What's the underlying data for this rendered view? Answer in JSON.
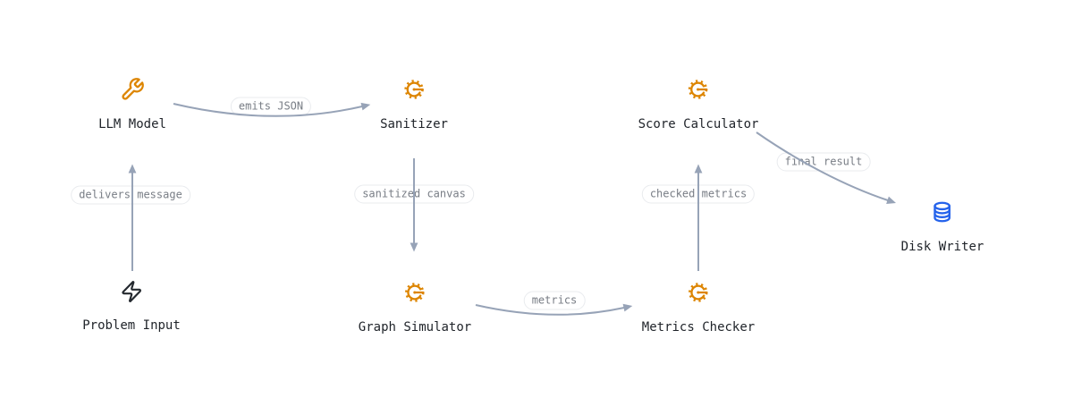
{
  "diagram": {
    "title": "pipeline-flow-diagram",
    "nodes": [
      {
        "id": "llm_model",
        "label": "LLM Model",
        "icon": "wrench-icon",
        "icon_color": "#dd8500"
      },
      {
        "id": "sanitizer",
        "label": "Sanitizer",
        "icon": "gear-icon",
        "icon_color": "#dd8500"
      },
      {
        "id": "score_calculator",
        "label": "Score Calculator",
        "icon": "gear-icon",
        "icon_color": "#dd8500"
      },
      {
        "id": "problem_input",
        "label": "Problem Input",
        "icon": "zap-icon",
        "icon_color": "#24292f"
      },
      {
        "id": "graph_simulator",
        "label": "Graph Simulator",
        "icon": "gear-icon",
        "icon_color": "#dd8500"
      },
      {
        "id": "metrics_checker",
        "label": "Metrics Checker",
        "icon": "gear-icon",
        "icon_color": "#dd8500"
      },
      {
        "id": "disk_writer",
        "label": "Disk Writer",
        "icon": "database-icon",
        "icon_color": "#2563eb"
      }
    ],
    "edges": [
      {
        "from": "problem_input",
        "to": "llm_model",
        "label": "delivers message"
      },
      {
        "from": "llm_model",
        "to": "sanitizer",
        "label": "emits JSON"
      },
      {
        "from": "sanitizer",
        "to": "graph_simulator",
        "label": "sanitized canvas"
      },
      {
        "from": "graph_simulator",
        "to": "metrics_checker",
        "label": "metrics"
      },
      {
        "from": "metrics_checker",
        "to": "score_calculator",
        "label": "checked metrics"
      },
      {
        "from": "score_calculator",
        "to": "disk_writer",
        "label": "final result"
      }
    ],
    "colors": {
      "background": "#ffffff",
      "edge": "#97a3b7",
      "node_label": "#1f2329",
      "edge_label_text": "#787d85",
      "edge_label_border": "#e9ebee",
      "icon_orange": "#dd8500",
      "icon_black": "#24292f",
      "icon_blue": "#2563eb"
    }
  }
}
